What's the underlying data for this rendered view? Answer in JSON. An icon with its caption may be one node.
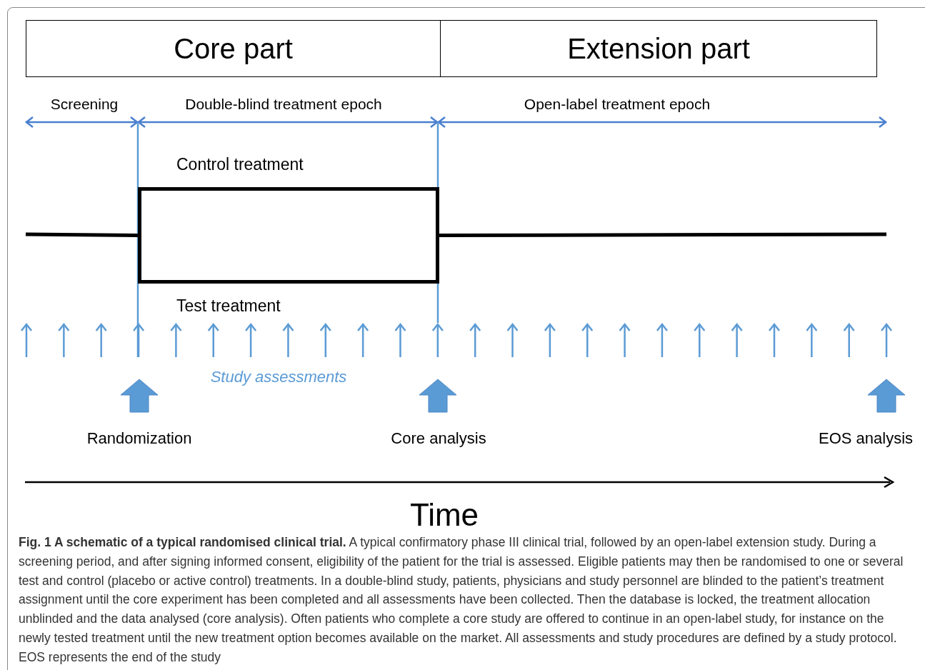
{
  "diagram": {
    "caption": "**Fig. 1  A schematic of a typical randomised clinical trial.** A typical confirmatory phase III clinical trial, followed by an open-label extension study. During a screening period, and after signing informed consent, eligibility of the patient for the trial is assessed. Eligible patients may then be randomised to one or several test and control (placebo or active control) treatments. In a double-blind study, patients, physicians and study personnel are blinded to the patient’s treatment assignment until the core experiment has been completed and all assessments have been collected. Then the database is locked, the treatment allocation unblinded and the data analysed (core analysis). Often patients who complete a core study are offered to continue in an open-label study, for instance on the newly tested treatment until the new treatment option becomes available on the market. All assessments and study procedures are defined by a study protocol. EOS represents the end of the study",
    "nodes": [
      {
        "text": [
          "Core part"
        ]
      },
      {
        "text": [
          "Extension part"
        ]
      },
      {
        "text": [],
        "shape": "box"
      }
    ],
    "edges": [
      {
        "from": null,
        "to": 2,
        "arrow": "none"
      },
      {
        "from": 2,
        "to": null,
        "arrow": "none"
      }
    ],
    "labels": [
      "Screening",
      "Double-blind treatment epoch",
      "Open-label treatment epoch",
      "Control treatment",
      "Test treatment",
      "Study assessments",
      "Randomization",
      "Core analysis",
      "EOS analysis",
      "Time"
    ]
  }
}
